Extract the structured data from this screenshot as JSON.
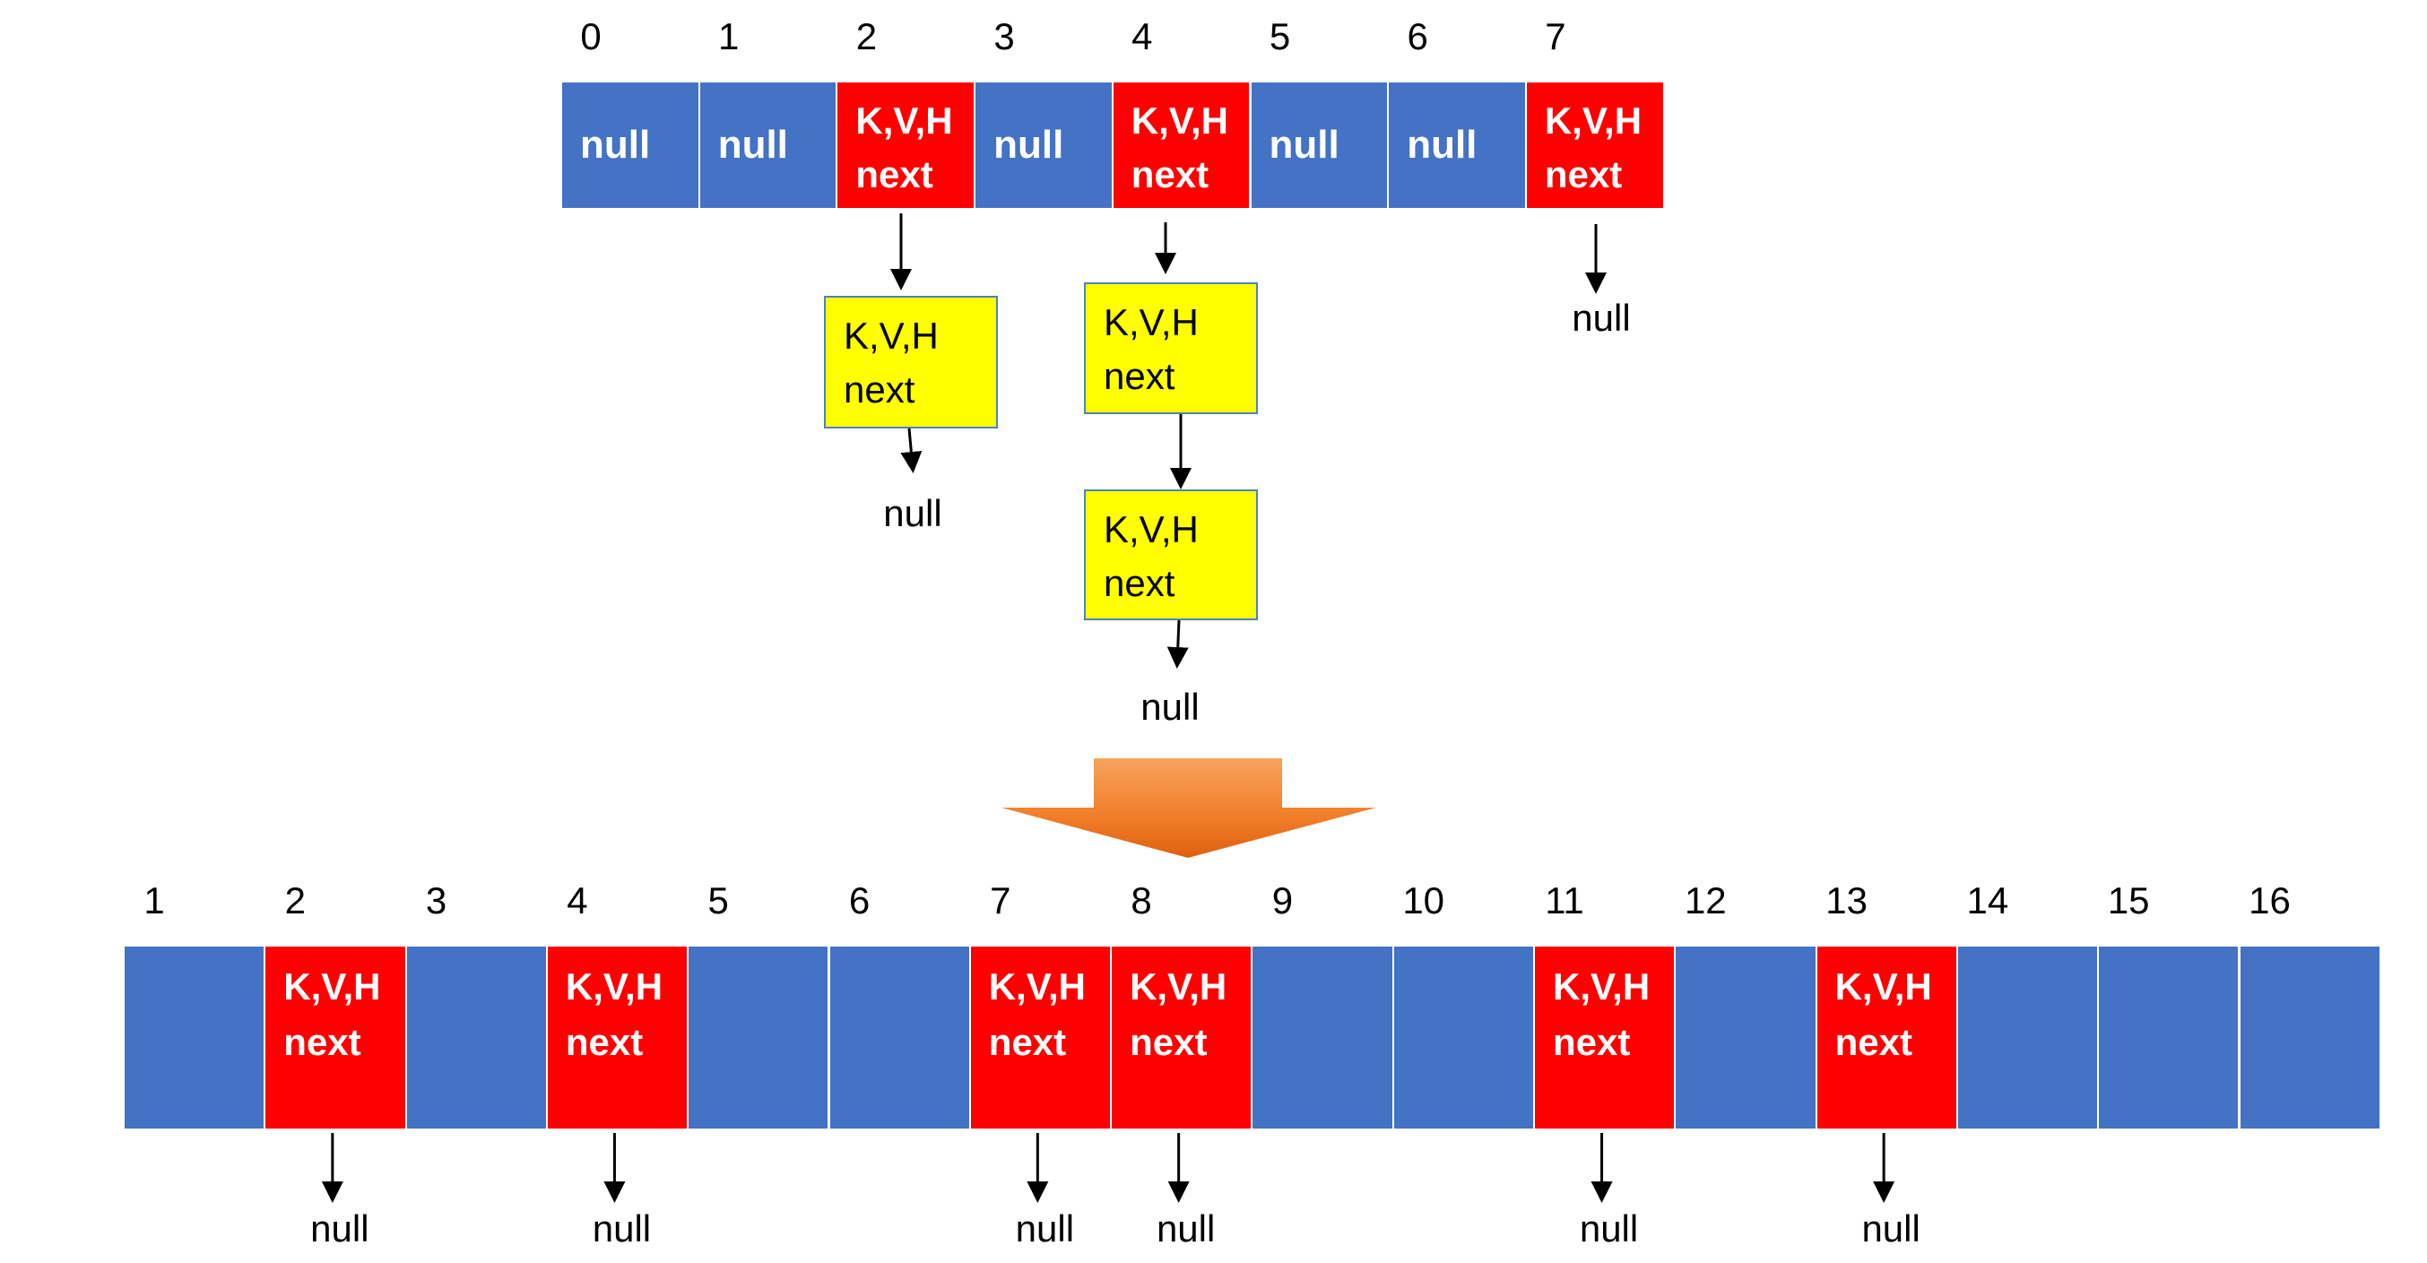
{
  "top_table": {
    "indices": [
      "0",
      "1",
      "2",
      "3",
      "4",
      "5",
      "6",
      "7"
    ],
    "cells": [
      {
        "kind": "null",
        "text": "null"
      },
      {
        "kind": "null",
        "text": "null"
      },
      {
        "kind": "entry",
        "line1": "K,V,H",
        "line2": "next"
      },
      {
        "kind": "null",
        "text": "null"
      },
      {
        "kind": "entry",
        "line1": "K,V,H",
        "line2": "next"
      },
      {
        "kind": "null",
        "text": "null"
      },
      {
        "kind": "null",
        "text": "null"
      },
      {
        "kind": "entry",
        "line1": "K,V,H",
        "line2": "next"
      }
    ]
  },
  "chains": {
    "bucket2_node1": {
      "line1": "K,V,H",
      "line2": "next"
    },
    "bucket2_null": "null",
    "bucket4_node1": {
      "line1": "K,V,H",
      "line2": "next"
    },
    "bucket4_node2": {
      "line1": "K,V,H",
      "line2": "next"
    },
    "bucket4_null": "null",
    "bucket7_null": "null"
  },
  "bottom_table": {
    "indices": [
      "1",
      "2",
      "3",
      "4",
      "5",
      "6",
      "7",
      "8",
      "9",
      "10",
      "11",
      "12",
      "13",
      "14",
      "15",
      "16"
    ],
    "cells": [
      {
        "kind": "empty"
      },
      {
        "kind": "entry",
        "line1": "K,V,H",
        "line2": "next",
        "null": "null"
      },
      {
        "kind": "empty"
      },
      {
        "kind": "entry",
        "line1": "K,V,H",
        "line2": "next",
        "null": "null"
      },
      {
        "kind": "empty"
      },
      {
        "kind": "empty"
      },
      {
        "kind": "entry",
        "line1": "K,V,H",
        "line2": "next",
        "null": "null"
      },
      {
        "kind": "entry",
        "line1": "K,V,H",
        "line2": "next",
        "null": "null"
      },
      {
        "kind": "empty"
      },
      {
        "kind": "empty"
      },
      {
        "kind": "entry",
        "line1": "K,V,H",
        "line2": "next",
        "null": "null"
      },
      {
        "kind": "empty"
      },
      {
        "kind": "entry",
        "line1": "K,V,H",
        "line2": "next",
        "null": "null"
      },
      {
        "kind": "empty"
      },
      {
        "kind": "empty"
      },
      {
        "kind": "empty"
      }
    ]
  },
  "colors": {
    "empty_bucket": "#4472c4",
    "occupied_bucket": "#ff0000",
    "chain_node": "#ffff00",
    "resize_arrow": "#f07d28"
  },
  "icons": {
    "resize_arrow": "down-arrow-icon"
  }
}
